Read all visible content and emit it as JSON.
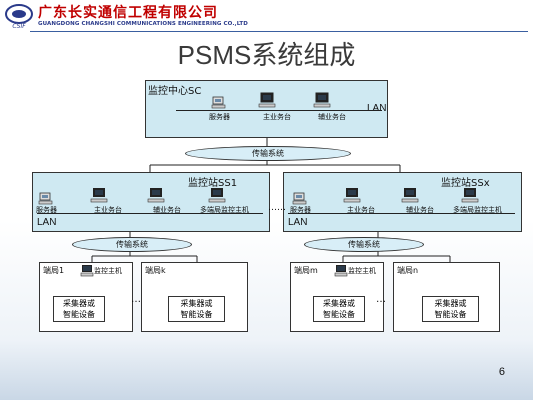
{
  "header": {
    "company_cn": "广东长实通信工程有限公司",
    "company_en": "GUANGDONG CHANGSHI COMMUNICATIONS ENGINEERING CO.,LTD",
    "logo_text": "CSIF",
    "brand_red": "#c00000",
    "brand_blue": "#2a3a8a"
  },
  "slide": {
    "title": "PSMS系统组成",
    "page_number": "6"
  },
  "center": {
    "title": "监控中心SC",
    "lan": "LAN",
    "nodes": [
      "服务器",
      "主业务台",
      "辅业务台"
    ]
  },
  "backbone": {
    "label": "传输系统"
  },
  "stations": [
    {
      "title": "监控站SS1",
      "lan": "LAN",
      "nodes": [
        "服务器",
        "主业务台",
        "辅业务台",
        "多端局监控主机"
      ],
      "transport": "传输系统",
      "terminals": [
        {
          "name": "端局1",
          "host": "监控主机",
          "device": "采集器或\n智能设备"
        },
        {
          "name": "端局k",
          "host": "",
          "device": "采集器或\n智能设备"
        }
      ],
      "dots": "…"
    },
    {
      "title": "监控站SSx",
      "lan": "LAN",
      "nodes": [
        "服务器",
        "主业务台",
        "辅业务台",
        "多端局监控主机"
      ],
      "transport": "传输系统",
      "terminals": [
        {
          "name": "端局m",
          "host": "监控主机",
          "device": "采集器或\n智能设备"
        },
        {
          "name": "端局n",
          "host": "",
          "device": "采集器或\n智能设备"
        }
      ],
      "dots": "…"
    }
  ],
  "between_stations": "……",
  "icons": [
    "server-icon",
    "computer-icon"
  ]
}
